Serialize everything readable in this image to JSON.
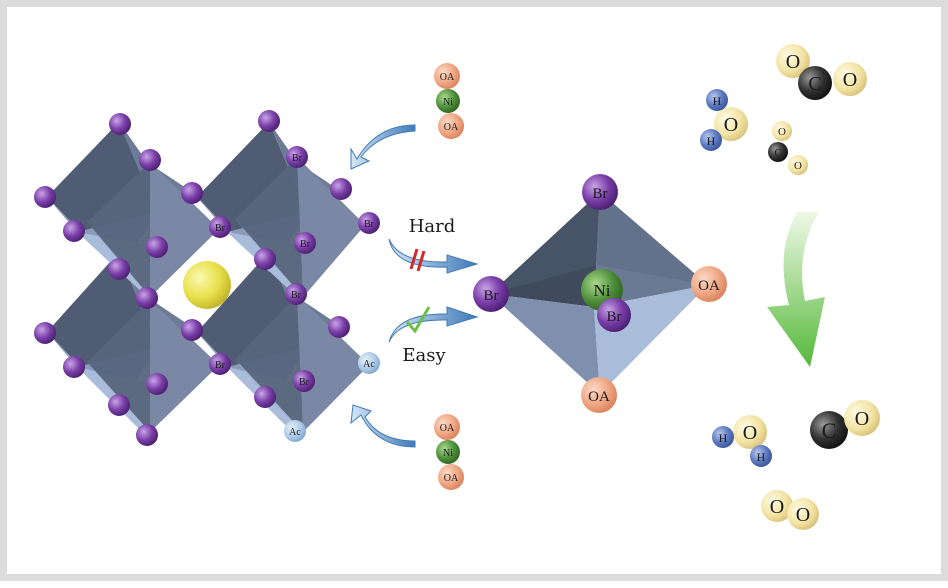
{
  "title": "",
  "colors": {
    "purple": "#7a3fa8",
    "octa": "#5c6a82",
    "octa_light": "#a9bddb",
    "yellow": "#e8e04a",
    "oa": "#f0a784",
    "ni_green": "#4e8f3a",
    "hydrogen": "#5a78c0",
    "oxygen": "#f2e3a2",
    "carbon": "#333333",
    "arrow_blue": "#3f7ab8",
    "arrow_green": "#6cc04a",
    "hard_mark": "#d02a2a",
    "check": "#6cc04a"
  },
  "labels": {
    "hard": "Hard",
    "easy": "Easy",
    "br": "Br",
    "ni": "Ni",
    "oa": "OA",
    "ac": "Ac",
    "h": "H",
    "o": "O",
    "c": "C"
  },
  "reactants": [
    [
      "H",
      "O",
      "H"
    ],
    [
      "O",
      "C",
      "O"
    ],
    [
      "O",
      "C",
      "O"
    ]
  ],
  "products": [
    [
      "H",
      "O",
      "H"
    ],
    [
      "C",
      "O"
    ],
    [
      "O",
      "O"
    ]
  ]
}
